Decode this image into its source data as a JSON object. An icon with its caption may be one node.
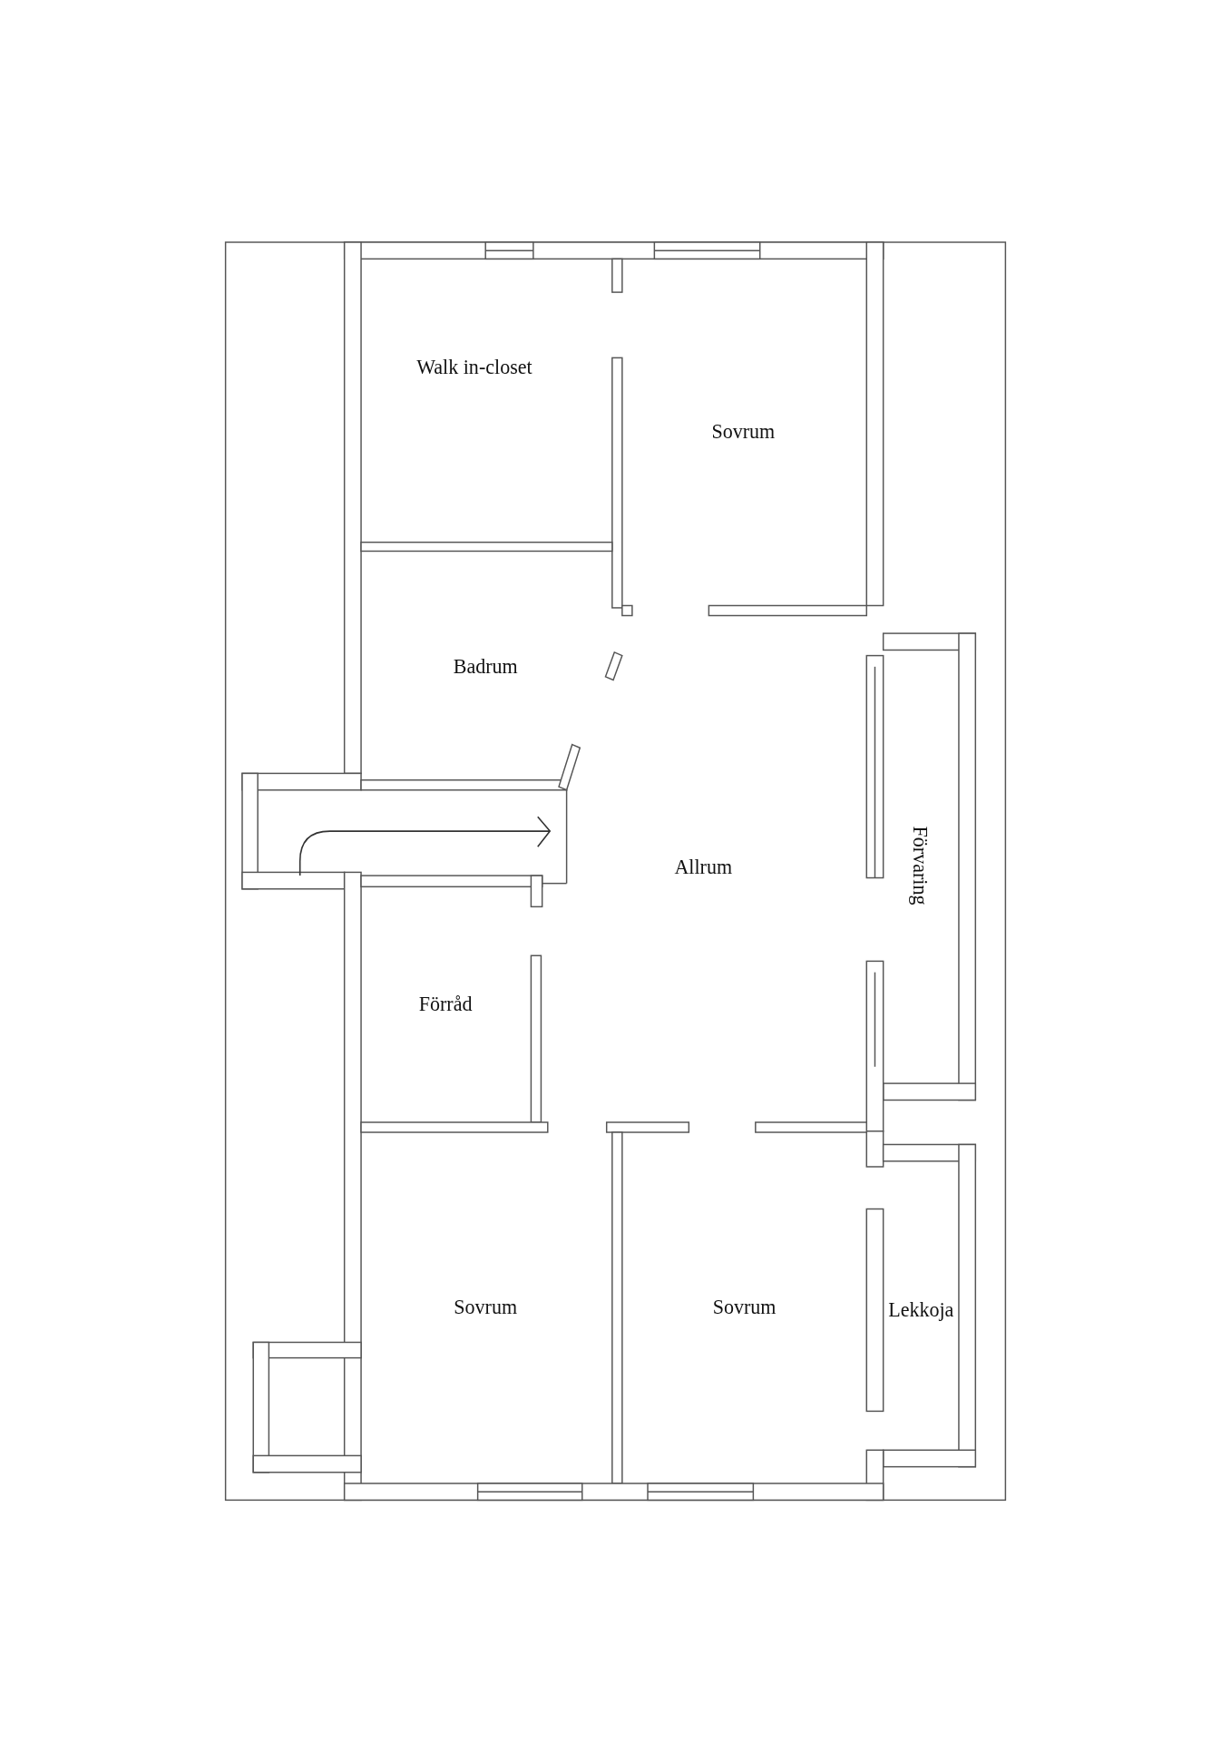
{
  "diagram": {
    "labels": [
      "Walk in-closet",
      "Sovrum",
      "Badrum",
      "Allrum",
      "Förvaring",
      "Förråd",
      "Sovrum",
      "Sovrum",
      "Lekkoja"
    ]
  }
}
